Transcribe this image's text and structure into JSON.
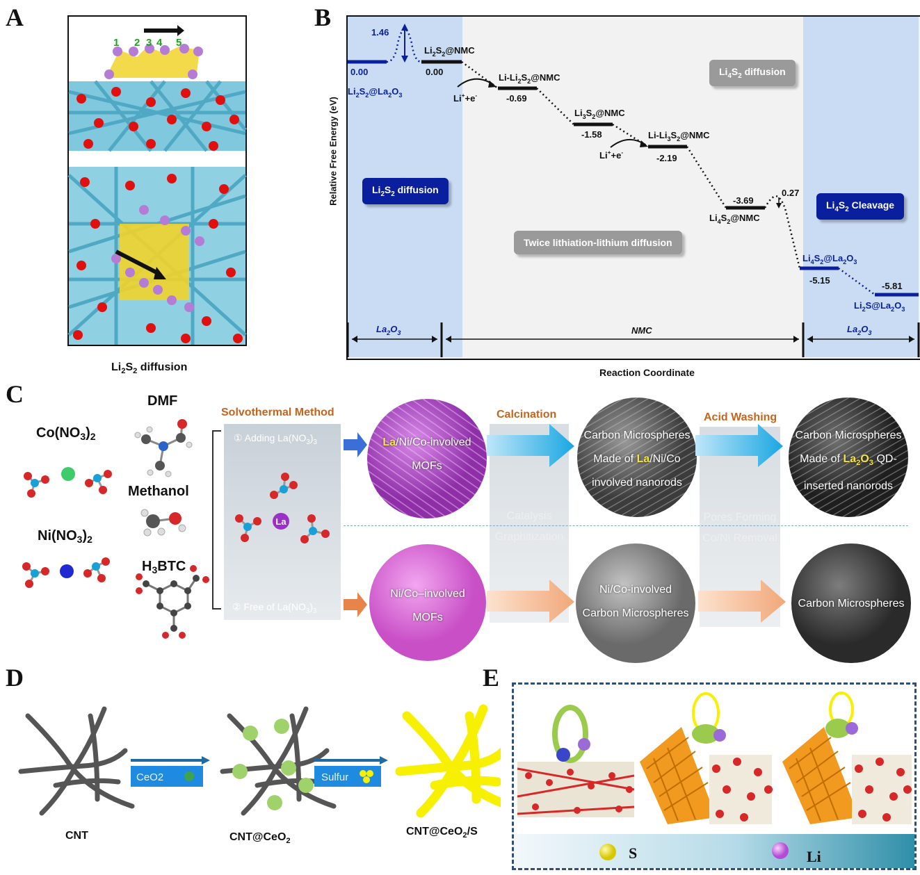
{
  "panels": {
    "a": {
      "letter": "A",
      "site_numbers": [
        "1",
        "2",
        "3",
        "4",
        "5"
      ],
      "caption_main": "Li",
      "caption_s1": "2",
      "caption_mid": "S",
      "caption_s2": "2",
      "caption_tail": " diffusion"
    },
    "b": {
      "letter": "B",
      "ylabel": "Relative Free Energy (eV)",
      "xlabel": "Reaction Coordinate",
      "levels": [
        {
          "id": "li2s2-la2o3",
          "value": "0.00",
          "label_parts": [
            "Li",
            "2",
            "S",
            "2",
            "@La",
            "2",
            "O",
            "3"
          ]
        },
        {
          "id": "li2s2-nmc",
          "value": "0.00",
          "label_parts": [
            "Li",
            "2",
            "S",
            "2",
            "@NMC"
          ]
        },
        {
          "id": "li-li2s2-nmc",
          "value": "-0.69",
          "label_parts": [
            "Li-Li",
            "2",
            "S",
            "2",
            "@NMC"
          ]
        },
        {
          "id": "li3s2-nmc",
          "value": "-1.58",
          "label_parts": [
            "Li",
            "3",
            "S",
            "2",
            "@NMC"
          ]
        },
        {
          "id": "li-li3s2-nmc",
          "value": "-2.19",
          "label_parts": [
            "Li-Li",
            "3",
            "S",
            "2",
            "@NMC"
          ]
        },
        {
          "id": "li4s2-nmc",
          "value": "-3.69",
          "label_parts": [
            "Li",
            "4",
            "S",
            "2",
            "@NMC"
          ]
        },
        {
          "id": "li4s2-la2o3",
          "value": "-5.15",
          "label_parts": [
            "Li",
            "4",
            "S",
            "2",
            "@La",
            "2",
            "O",
            "3"
          ]
        },
        {
          "id": "li2s-la2o3",
          "value": "-5.81",
          "label_parts": [
            "Li",
            "2",
            "S@La",
            "2",
            "O",
            "3"
          ]
        }
      ],
      "barrier1": "1.46",
      "barrier2": "0.27",
      "li_e": "Li",
      "li_e_sup": "+",
      "li_e_tail": "+e",
      "li_e_sup2": "-",
      "pills": {
        "li2s2_diffusion": [
          "Li",
          "2",
          "S",
          "2",
          " diffusion"
        ],
        "li4s2_diffusion": [
          "Li",
          "4",
          "S",
          "2",
          " diffusion"
        ],
        "twice": "Twice lithiation-lithium diffusion",
        "li4s2_cleavage": [
          "Li",
          "4",
          "S",
          "2",
          " Cleavage"
        ]
      },
      "regions": {
        "left": [
          "La",
          "2",
          "O",
          "3"
        ],
        "mid": "NMC",
        "right": [
          "La",
          "2",
          "O",
          "3"
        ]
      }
    },
    "c": {
      "letter": "C",
      "co_no3": [
        "Co(NO",
        "3",
        ")",
        "2"
      ],
      "ni_no3": [
        "Ni(NO",
        "3",
        ")",
        "2"
      ],
      "dmf": "DMF",
      "methanol": "Methanol",
      "h3btc": [
        "H",
        "3",
        "BTC"
      ],
      "la_atom": "La",
      "solvothermal": "Solvothermal Method",
      "adding": [
        "① Adding La(NO",
        "3",
        ")",
        "3"
      ],
      "free": [
        "② Free of La(NO",
        "3",
        ")",
        "3"
      ],
      "calcination": "Calcination",
      "acid_washing": "Acid Washing",
      "catalysis": "Catalysis",
      "graphitization": "Graphitization",
      "pores_forming": "Pores Forming",
      "coni_removal": "Co/Ni Removal",
      "top_sphere1": [
        "La",
        "/Ni/Co-involved",
        "MOFs"
      ],
      "top_sphere2": [
        "Carbon Microspheres",
        "Made of ",
        "La",
        "/Ni/Co",
        "involved nanorods"
      ],
      "top_sphere3": [
        "Carbon Microspheres",
        "Made of ",
        "La",
        "2",
        "O",
        "3",
        " QD-",
        "inserted nanorods"
      ],
      "bot_sphere1": [
        "Ni/Co–involved",
        "MOFs"
      ],
      "bot_sphere2": [
        "Ni/Co-involved",
        "Carbon Microspheres"
      ],
      "bot_sphere3": "Carbon Microspheres"
    },
    "d": {
      "letter": "D",
      "cnt": "CNT",
      "ceo2_box": "CeO2",
      "sulfur_box": "Sulfur",
      "cnt_ceo2": [
        "CNT@CeO",
        "2"
      ],
      "cnt_ceo2_s": [
        "CNT@CeO",
        "2",
        "/S"
      ]
    },
    "e": {
      "letter": "E",
      "legend_s": "S",
      "legend_li": "Li"
    }
  },
  "colors": {
    "blue_region": "#c9dcf3",
    "gray_region": "#f2f2f2",
    "navy": "#0a1f9e",
    "orange_title": "#c4651d",
    "sulfur_yellow": "#f7f000",
    "ceo2_green": "#9fd26a"
  }
}
